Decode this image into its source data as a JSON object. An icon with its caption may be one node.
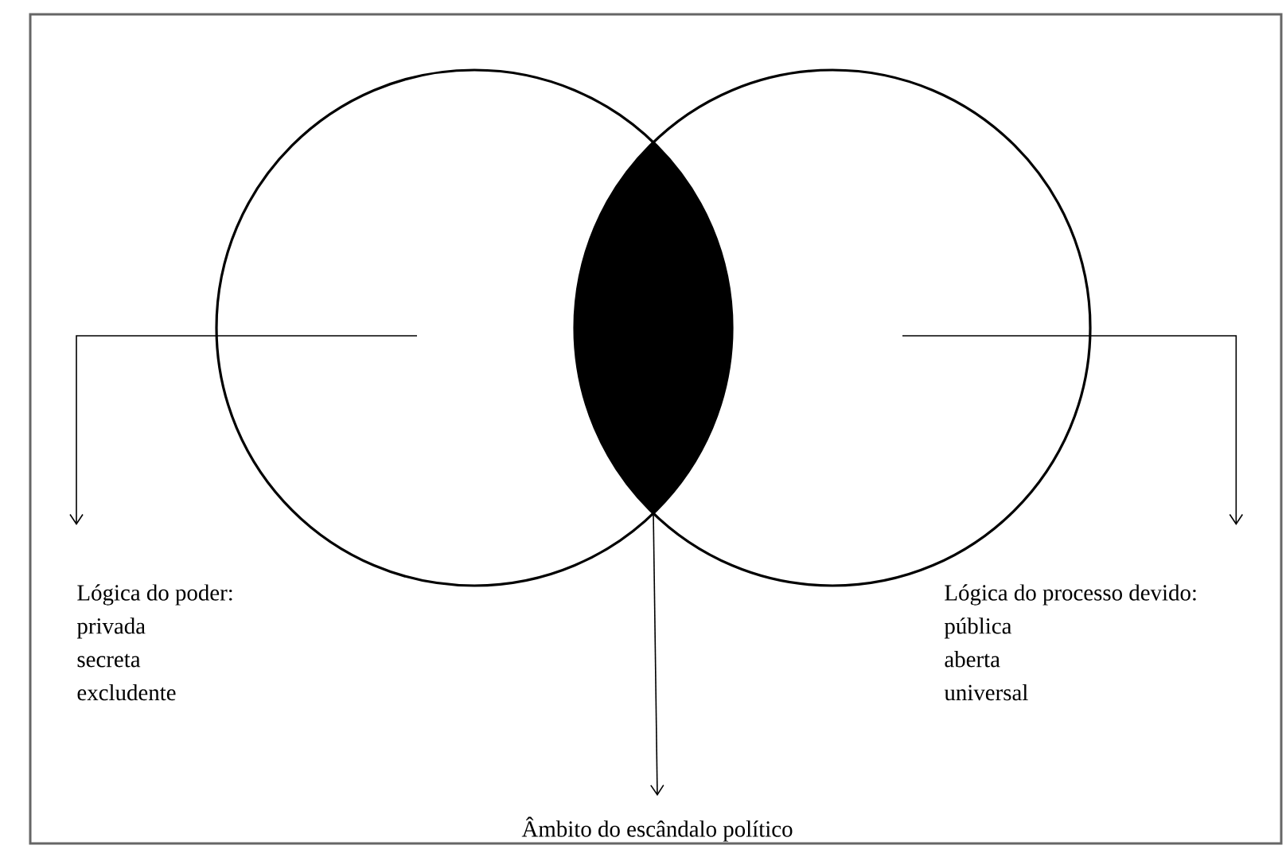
{
  "diagram": {
    "nodes": [
      {
        "text": [],
        "shape": "circle"
      },
      {
        "text": [],
        "shape": "circle"
      },
      {
        "text": [],
        "shape": "lens"
      },
      {
        "text": [
          "Lógica do poder:",
          "privada",
          "secreta",
          "excludente"
        ]
      },
      {
        "text": [
          "Lógica do processo devido:",
          "pública",
          "aberta",
          "universal"
        ]
      },
      {
        "text": [
          "Âmbito do escândalo político"
        ]
      }
    ],
    "edges": [
      {
        "from": 0,
        "to": 3,
        "arrow": "to"
      },
      {
        "from": 1,
        "to": 4,
        "arrow": "to"
      },
      {
        "from": 2,
        "to": 5,
        "arrow": "to"
      }
    ]
  }
}
